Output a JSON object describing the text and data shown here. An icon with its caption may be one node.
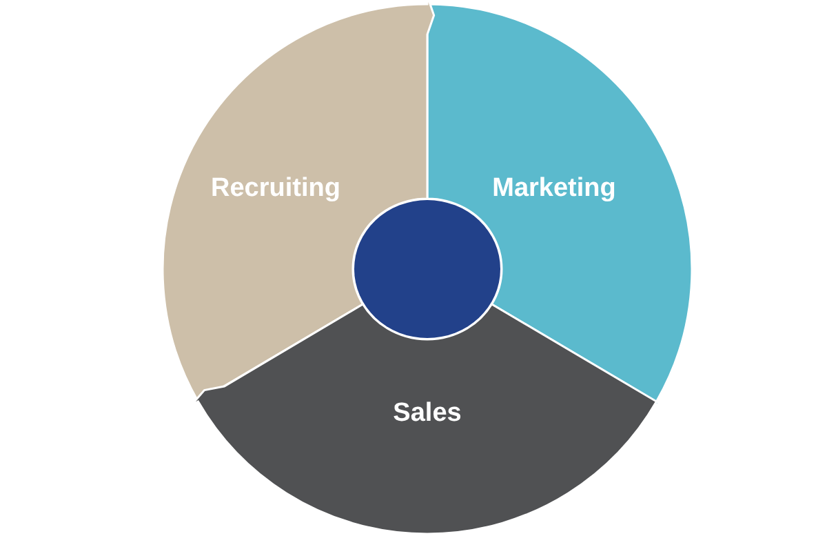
{
  "diagram": {
    "nodes": [
      {
        "text": [
          "Recruiting"
        ]
      },
      {
        "text": [
          "Marketing"
        ]
      },
      {
        "text": [
          "Sales"
        ]
      },
      {
        "text": [],
        "shape": "circle"
      }
    ]
  }
}
